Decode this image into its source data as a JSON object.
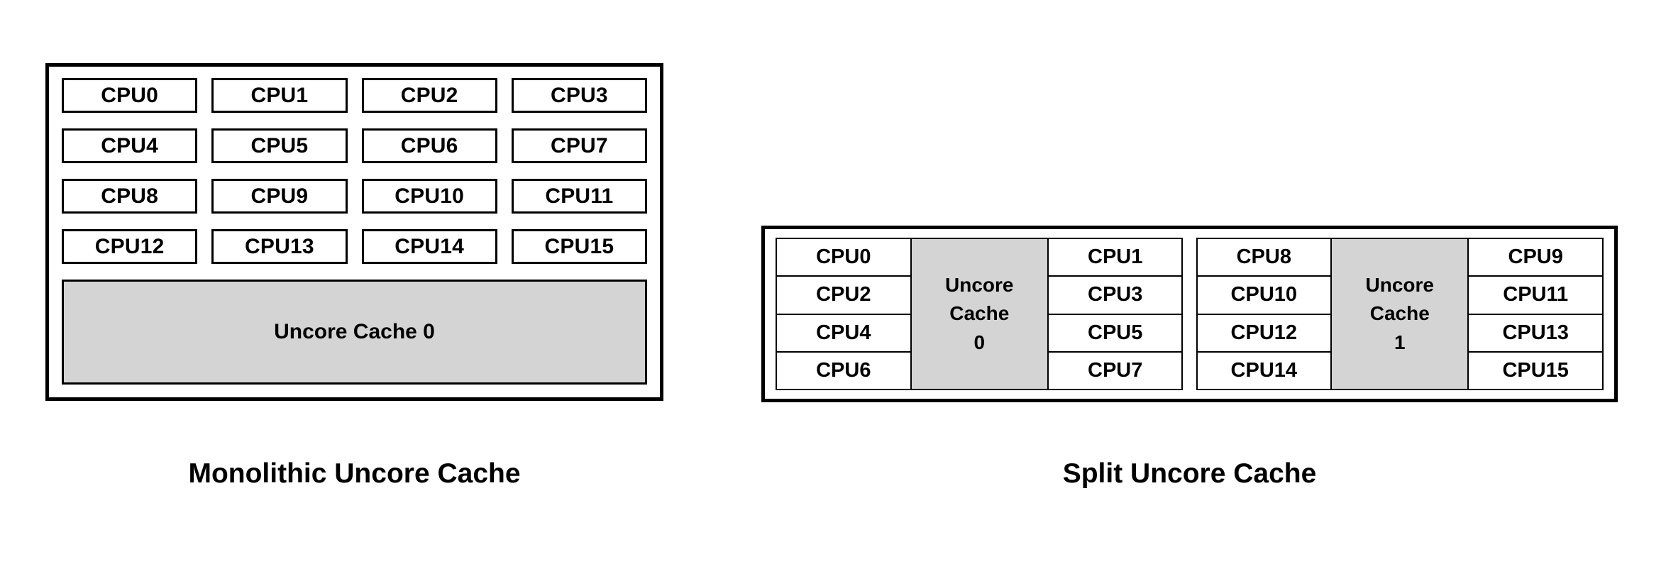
{
  "figures": {
    "monolithic": {
      "caption": "Monolithic Uncore Cache",
      "cpus": [
        "CPU0",
        "CPU1",
        "CPU2",
        "CPU3",
        "CPU4",
        "CPU5",
        "CPU6",
        "CPU7",
        "CPU8",
        "CPU9",
        "CPU10",
        "CPU11",
        "CPU12",
        "CPU13",
        "CPU14",
        "CPU15"
      ],
      "cache": {
        "label": "Uncore Cache 0"
      }
    },
    "split": {
      "caption": "Split Uncore Cache",
      "clusters": [
        {
          "left_cpus": [
            "CPU0",
            "CPU2",
            "CPU4",
            "CPU6"
          ],
          "right_cpus": [
            "CPU1",
            "CPU3",
            "CPU5",
            "CPU7"
          ],
          "cache": {
            "line1": "Uncore",
            "line2": "Cache",
            "line3": "0"
          }
        },
        {
          "left_cpus": [
            "CPU8",
            "CPU10",
            "CPU12",
            "CPU14"
          ],
          "right_cpus": [
            "CPU9",
            "CPU11",
            "CPU13",
            "CPU15"
          ],
          "cache": {
            "line1": "Uncore",
            "line2": "Cache",
            "line3": "1"
          }
        }
      ]
    }
  },
  "colors": {
    "background": "#ffffff",
    "border": "#000000",
    "cache_fill": "#d4d4d4",
    "cpu_fill": "#ffffff",
    "text": "#000000"
  }
}
